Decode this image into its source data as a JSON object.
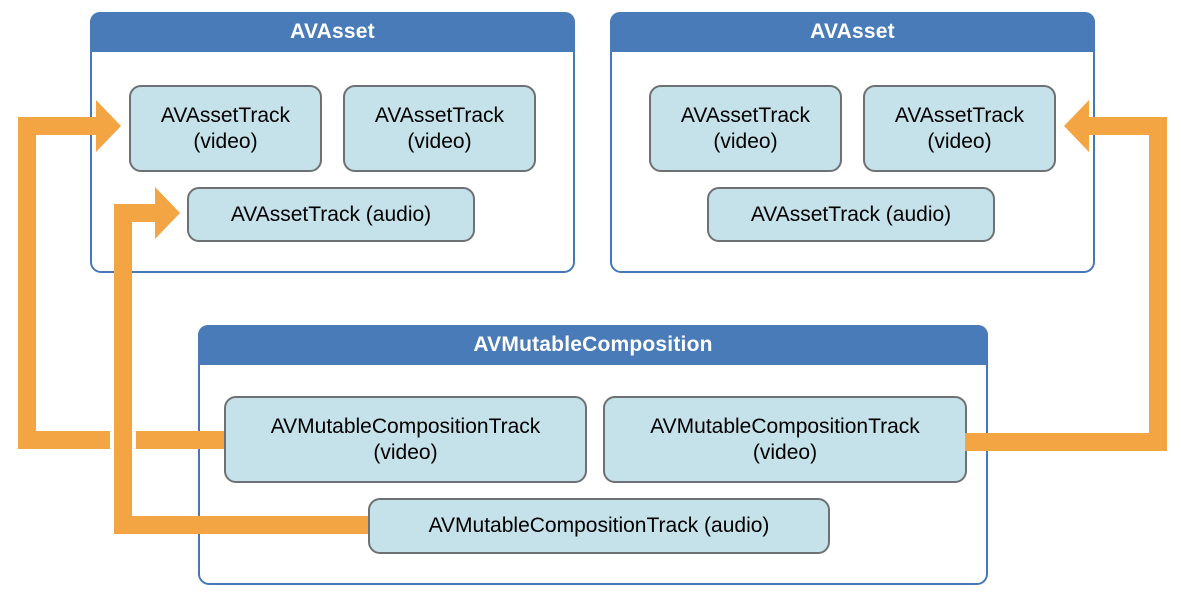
{
  "colors": {
    "background": "#FFFFFF",
    "panel_border_blue": "#4578BA",
    "header_fill_blue": "#4A7BB9",
    "header_text": "#FFFFFF",
    "track_fill_lightblue": "#C5E1E9",
    "track_border_gray": "#6E7173",
    "track_text": "#000000",
    "arrow_orange": "#F4A543"
  },
  "panels": [
    {
      "id": "avasset-1",
      "title": "AVAsset",
      "tracks": [
        {
          "line1": "AVAssetTrack",
          "line2": "(video)"
        },
        {
          "line1": "AVAssetTrack",
          "line2": "(video)"
        },
        {
          "line1": "AVAssetTrack (audio)"
        }
      ]
    },
    {
      "id": "avasset-2",
      "title": "AVAsset",
      "tracks": [
        {
          "line1": "AVAssetTrack",
          "line2": "(video)"
        },
        {
          "line1": "AVAssetTrack",
          "line2": "(video)"
        },
        {
          "line1": "AVAssetTrack (audio)"
        }
      ]
    },
    {
      "id": "avmutablecomposition",
      "title": "AVMutableComposition",
      "tracks": [
        {
          "line1": "AVMutableCompositionTrack",
          "line2": "(video)"
        },
        {
          "line1": "AVMutableCompositionTrack",
          "line2": "(video)"
        },
        {
          "line1": "AVMutableCompositionTrack (audio)"
        }
      ]
    }
  ],
  "arrows": [
    {
      "id": "arrow-1",
      "from": "AVMutableCompositionTrack (video) left",
      "to": "AVAsset 1 / AVAssetTrack (video) first",
      "color": "#F4A543",
      "direction": "left-up-right"
    },
    {
      "id": "arrow-2",
      "from": "AVMutableCompositionTrack (audio)",
      "to": "AVAsset 1 / AVAssetTrack (audio)",
      "color": "#F4A543",
      "direction": "left-up-right"
    },
    {
      "id": "arrow-3",
      "from": "AVMutableCompositionTrack (video) right",
      "to": "AVAsset 2 / AVAssetTrack (video) second",
      "color": "#F4A543",
      "direction": "right-up-left"
    }
  ]
}
